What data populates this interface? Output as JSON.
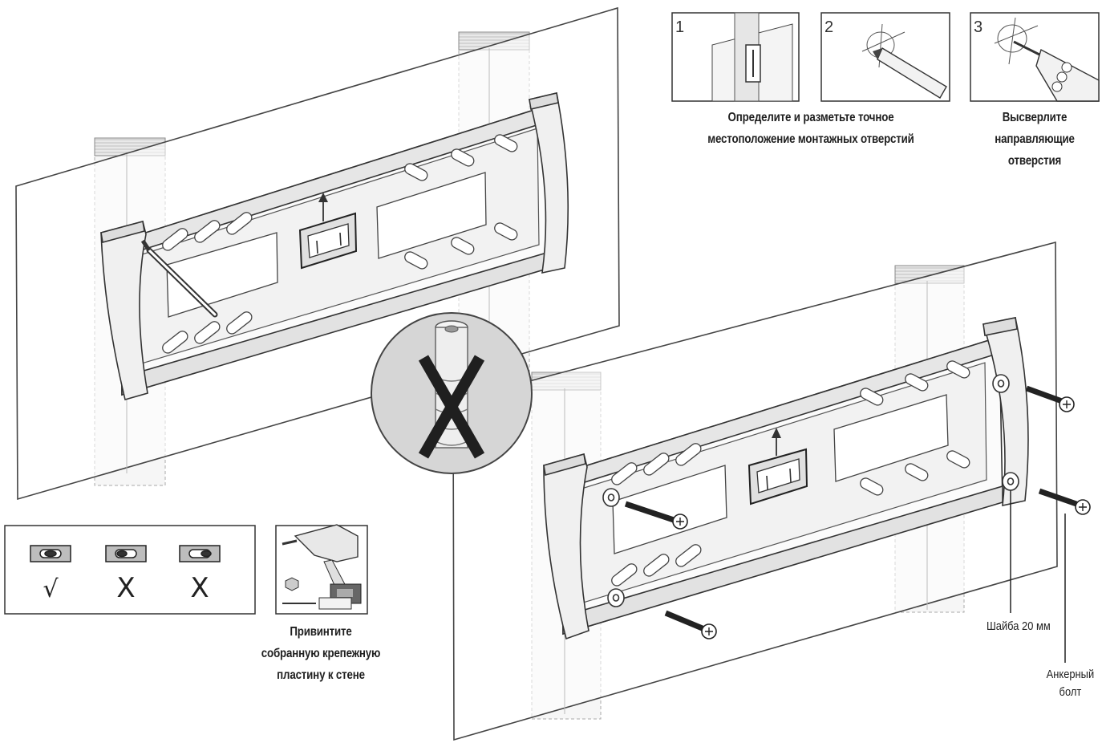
{
  "steps": [
    {
      "number": "1"
    },
    {
      "number": "2"
    },
    {
      "number": "3"
    }
  ],
  "labels": {
    "locate_lines": [
      "Определите и разметьте точное",
      "местоположение монтажных отверстий"
    ],
    "drill_lines": [
      "Высверлите",
      "направляющие",
      "отверстия"
    ],
    "screw_lines": [
      "Привинтите",
      "собранную крепежную",
      "пластину к стене"
    ],
    "washer": "Шайба 20 мм",
    "bolt_lines": [
      "Анкерный",
      "болт"
    ]
  },
  "level": {
    "marks": [
      "√",
      "X",
      "X"
    ]
  }
}
